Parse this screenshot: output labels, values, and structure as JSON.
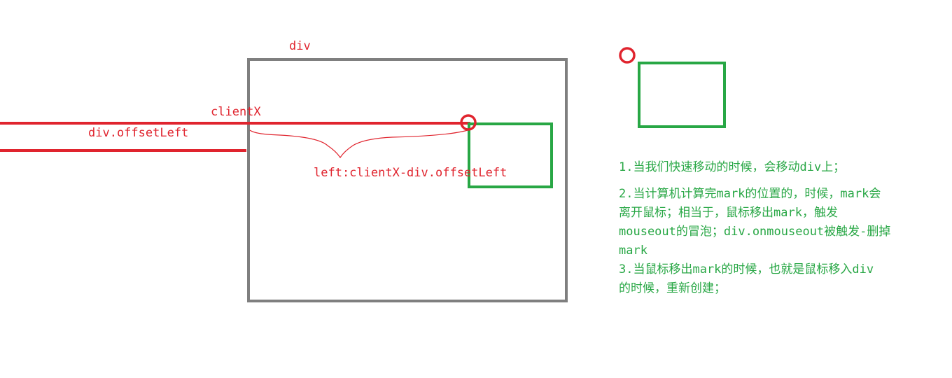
{
  "labels": {
    "div": "div",
    "clientX": "clientX",
    "offsetLeft": "div.offsetLeft",
    "formula": "left:clientX-div.offsetLeft"
  },
  "notes": {
    "n1": "1.当我们快速移动的时候，会移动div上；",
    "n2_l1": "2.当计算机计算完mark的位置的，时候，mark会",
    "n2_l2": "离开鼠标；相当于，鼠标移出mark，触发",
    "n2_l3": "mouseout的冒泡；div.onmouseout被触发-删掉",
    "n2_l4": "mark",
    "n3_l1": "3.当鼠标移出mark的时候，也就是鼠标移入div",
    "n3_l2": "的时候，重新创建；"
  },
  "colors": {
    "red": "#e0242e",
    "green": "#28a745",
    "gray": "#7f7f7f"
  }
}
